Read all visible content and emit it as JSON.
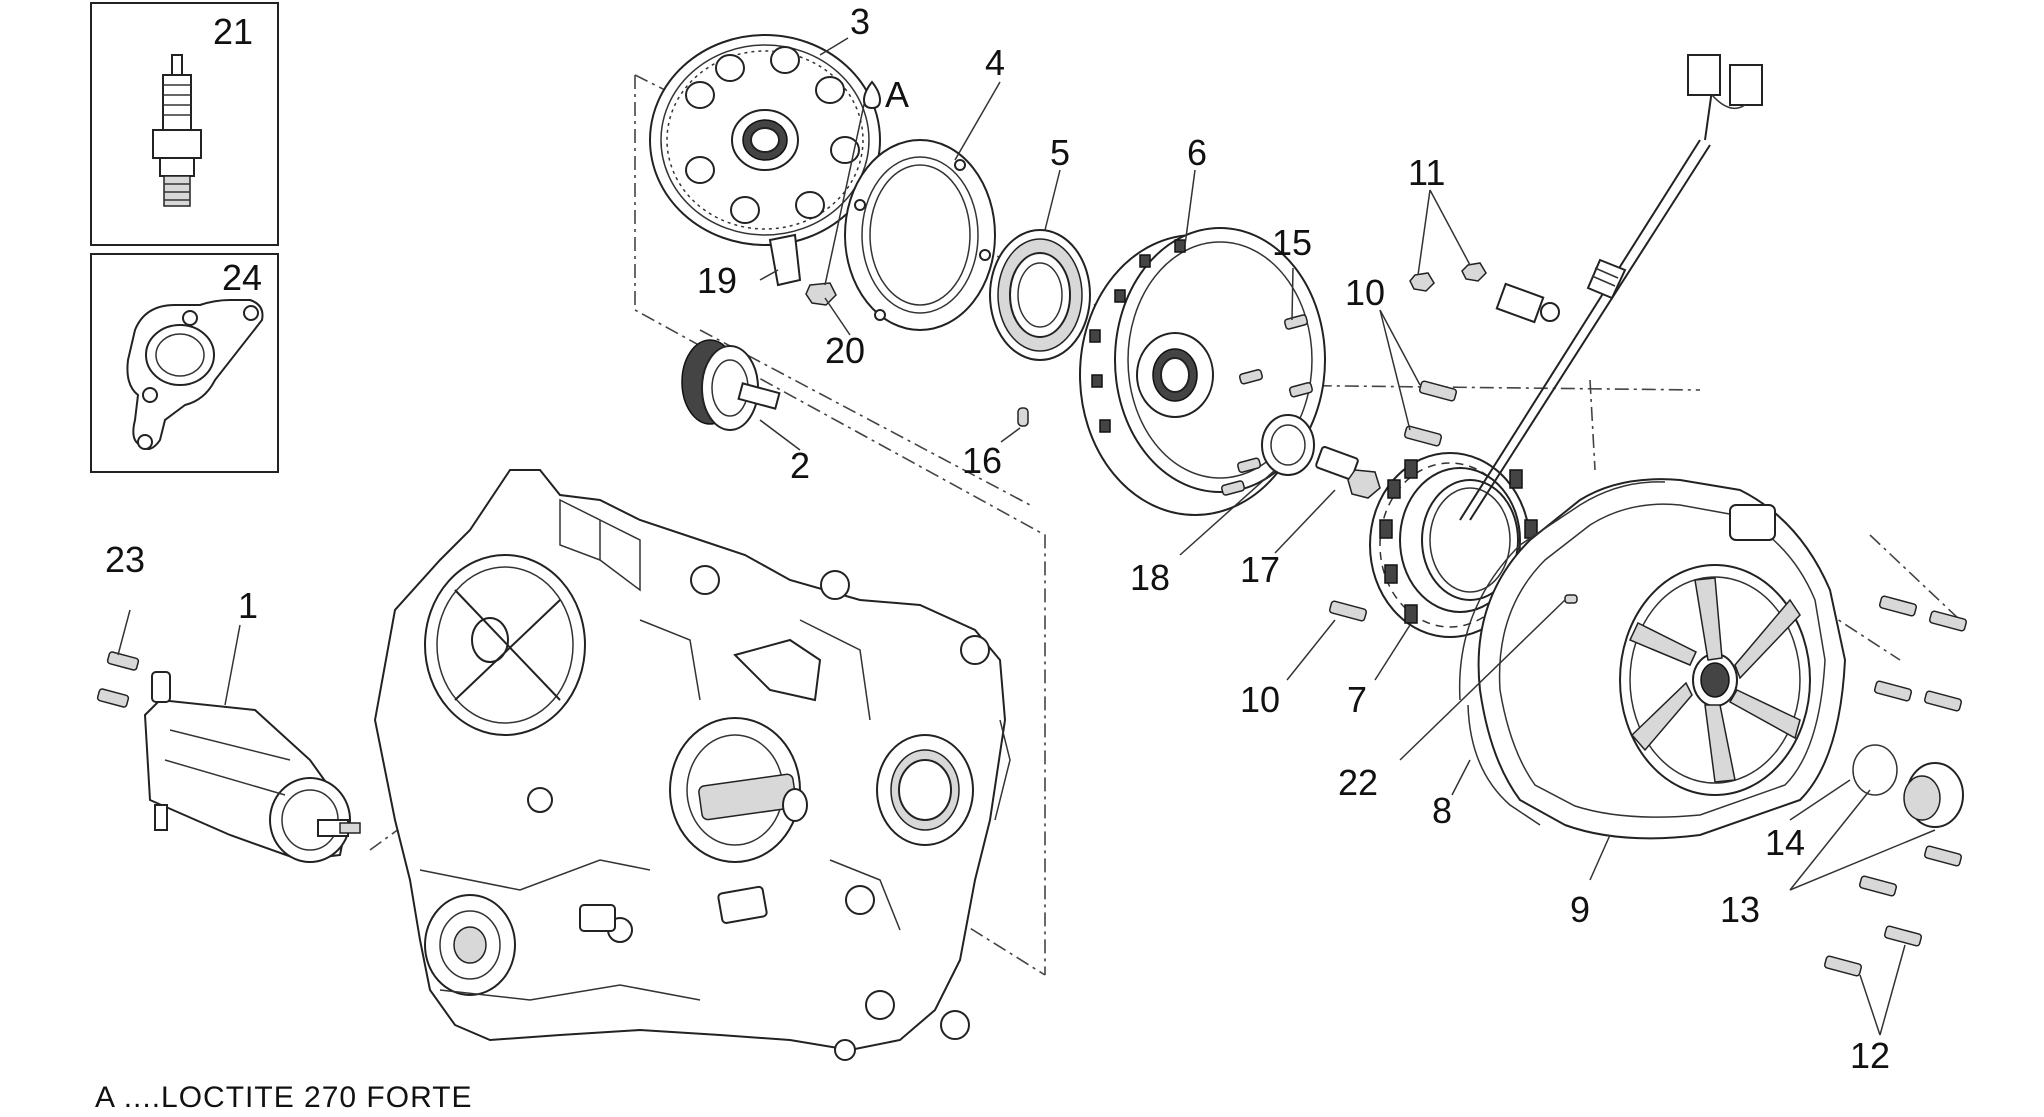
{
  "labels": {
    "p1": "1",
    "p2": "2",
    "p3": "3",
    "p4": "4",
    "p5": "5",
    "p6": "6",
    "p7": "7",
    "p8": "8",
    "p9": "9",
    "p10a": "10",
    "p10b": "10",
    "p11": "11",
    "p12": "12",
    "p13": "13",
    "p14": "14",
    "p15": "15",
    "p16": "16",
    "p17": "17",
    "p18": "18",
    "p19": "19",
    "p20": "20",
    "p21": "21",
    "p22": "22",
    "p23": "23",
    "p24": "24",
    "loctite_marker": "A"
  },
  "footnote": "A ....LOCTITE 270 FORTE",
  "colors": {
    "line": "#222222",
    "background": "#ffffff"
  }
}
